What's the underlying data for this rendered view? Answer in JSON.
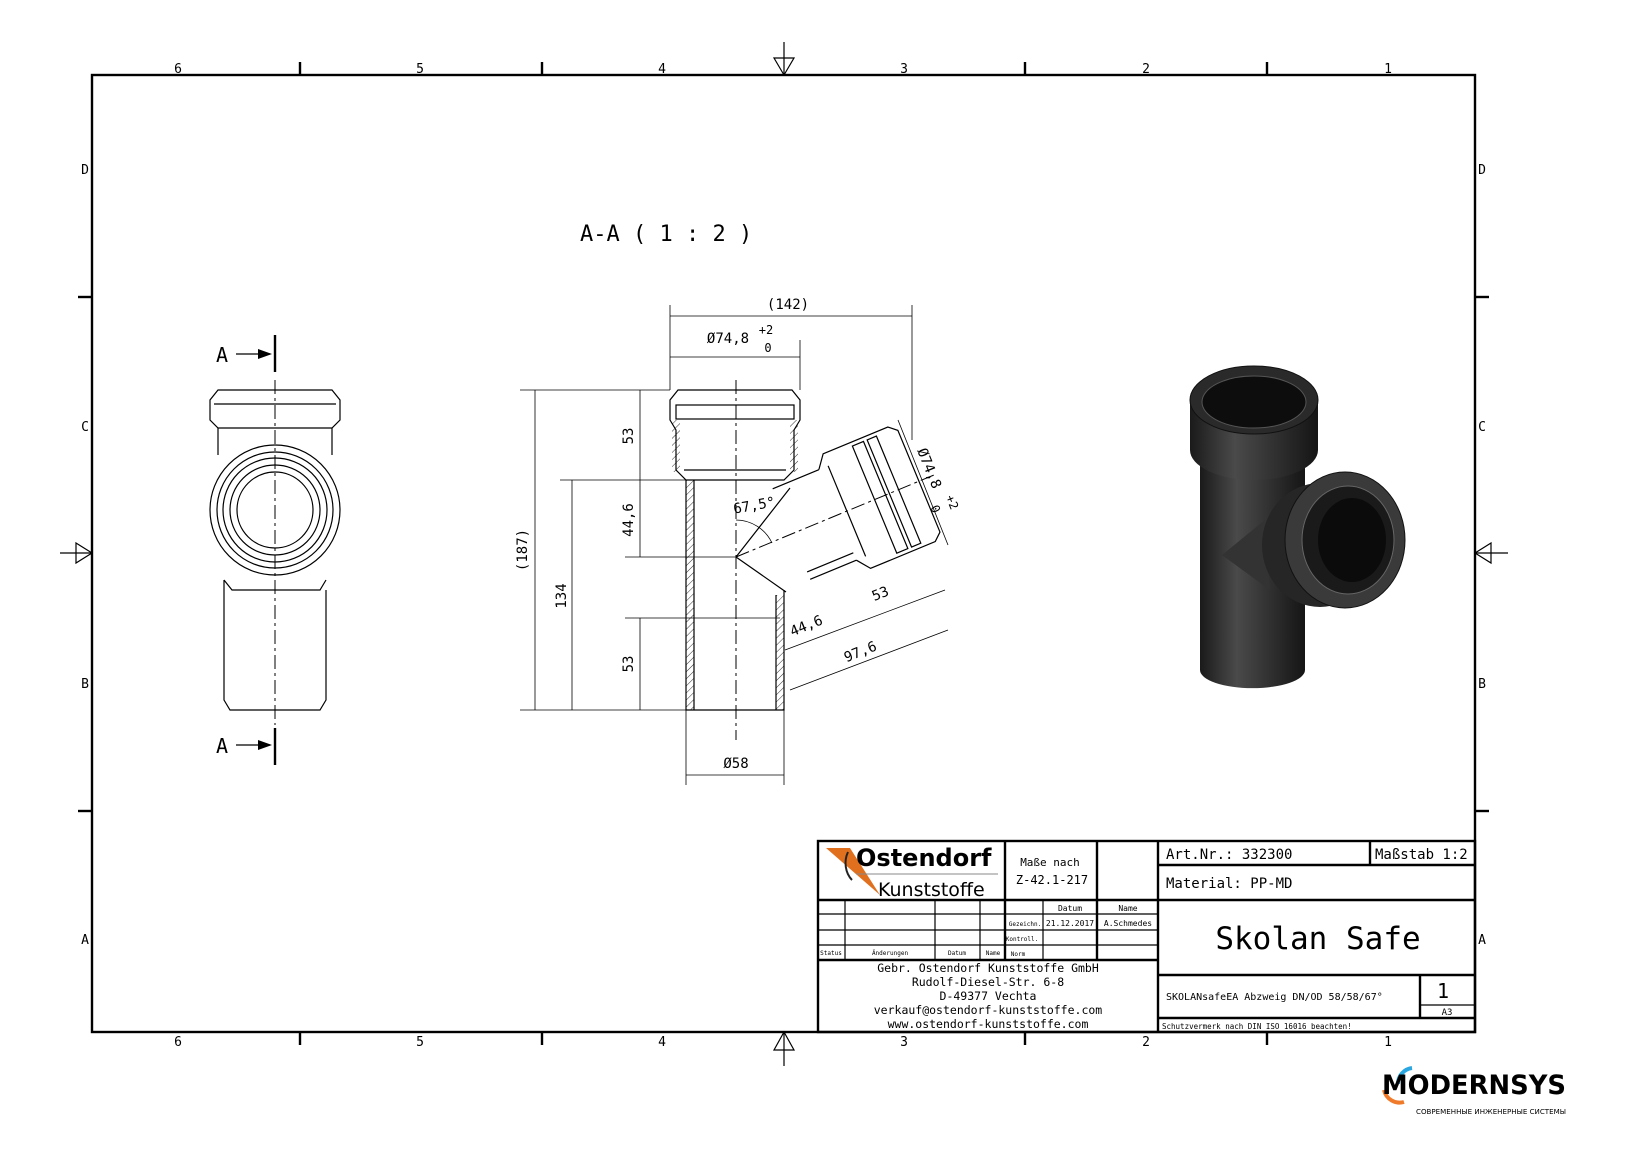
{
  "frame": {
    "zone_numbers": [
      "6",
      "5",
      "4",
      "3",
      "2",
      "1"
    ],
    "zone_letters": [
      "D",
      "C",
      "B",
      "A"
    ]
  },
  "views": {
    "section_title": "A-A ( 1 : 2 )",
    "section_marker_top": "A",
    "section_marker_bottom": "A"
  },
  "dimensions": {
    "overall_width": "(142)",
    "socket_diameter": "Ø74,8",
    "tol_upper": "+2",
    "tol_lower": "0",
    "branch_socket_diameter": "Ø74,8",
    "branch_tol_upper": "+2",
    "branch_tol_lower": "0",
    "top_socket_depth": "53",
    "upper_offset": "44,6",
    "bottom_length": "53",
    "overall_height": "(187)",
    "inner_height": "134",
    "angle": "67,5°",
    "branch_socket_depth": "53",
    "branch_offset": "44,6",
    "branch_length": "97,6",
    "pipe_diameter": "Ø58"
  },
  "title_block": {
    "logo_line1": "Ostendorf",
    "logo_line2": "Kunststoffe",
    "dims_per_label": "Maße nach",
    "dims_per_value": "Z-42.1-217",
    "col_datum": "Datum",
    "col_name": "Name",
    "row_gezeichnet": "Gezeichn.",
    "drawn_date": "21.12.2017",
    "drawn_name": "A.Schmedes",
    "row_kontrolliert": "Kontroll.",
    "row_norm": "Norm",
    "rev_status": "Status",
    "rev_changes": "Änderungen",
    "rev_date": "Datum",
    "rev_name": "Name",
    "company": "Gebr. Ostendorf Kunststoffe GmbH",
    "street": "Rudolf-Diesel-Str. 6-8",
    "city": "D-49377 Vechta",
    "email": "verkauf@ostendorf-kunststoffe.com",
    "website": "www.ostendorf-kunststoffe.com",
    "art_nr": "Art.Nr.: 332300",
    "scale": "Maßstab 1:2",
    "material": "Material: PP-MD",
    "product": "Skolan Safe",
    "description": "SKOLANsafeEA Abzweig DN/OD 58/58/67°",
    "sheet": "1",
    "format": "A3",
    "protection_note": "Schutzvermerk nach DIN ISO 16016 beachten!",
    "logo_color": "#e0701e"
  },
  "watermark": {
    "brand": "MODERNSYS",
    "tagline": "СОВРЕМЕННЫЕ ИНЖЕНЕРНЫЕ СИСТЕМЫ",
    "color_blue": "#2aa7e0",
    "color_orange": "#ef7b2a"
  }
}
